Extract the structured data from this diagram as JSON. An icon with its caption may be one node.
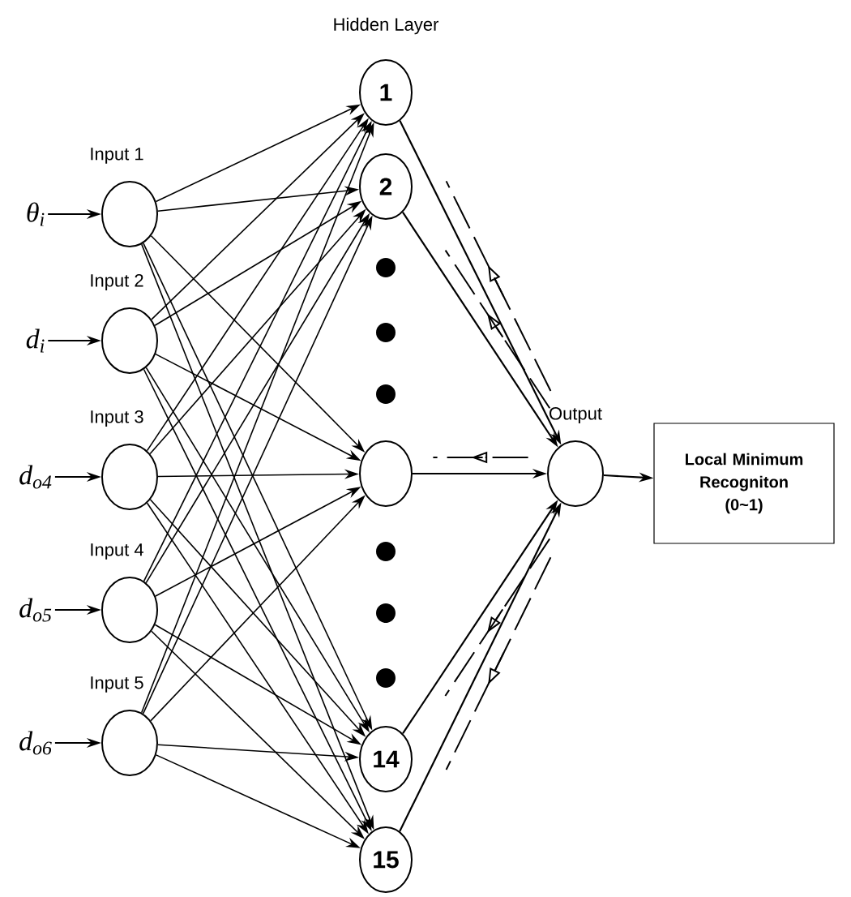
{
  "diagram": {
    "nodes": [
      {
        "text": [
          "θ$_{i}$"
        ]
      },
      {
        "text": [
          "d$_{i}$"
        ]
      },
      {
        "text": [
          "d$_{o4}$"
        ]
      },
      {
        "text": [
          "d$_{o5}$"
        ]
      },
      {
        "text": [
          "d$_{o6}$"
        ]
      },
      {
        "text": [
          "Input 1"
        ]
      },
      {
        "text": [
          "Input 2"
        ]
      },
      {
        "text": [
          "Input 3"
        ]
      },
      {
        "text": [
          "Input 4"
        ]
      },
      {
        "text": [
          "Input 5"
        ]
      },
      {
        "text": [
          "1"
        ]
      },
      {
        "text": [
          "2"
        ]
      },
      {
        "text": [],
        "shape": "circle"
      },
      {
        "text": [
          "14"
        ]
      },
      {
        "text": [
          "15"
        ]
      },
      {
        "text": [
          "Output"
        ]
      },
      {
        "text": [
          "Local Minimum Recogniton",
          "(0~1)"
        ]
      }
    ],
    "edges": [
      {
        "from": 0,
        "to": 5,
        "arrow": "to"
      },
      {
        "from": 1,
        "to": 6,
        "arrow": "to"
      },
      {
        "from": 2,
        "to": 7,
        "arrow": "to"
      },
      {
        "from": 3,
        "to": 8,
        "arrow": "to"
      },
      {
        "from": 4,
        "to": 9,
        "arrow": "to"
      },
      {
        "from": 5,
        "to": 10,
        "arrow": "to"
      },
      {
        "from": 5,
        "to": 11,
        "arrow": "to"
      },
      {
        "from": 5,
        "to": 12,
        "arrow": "to"
      },
      {
        "from": 5,
        "to": 13,
        "arrow": "to"
      },
      {
        "from": 5,
        "to": 14,
        "arrow": "to"
      },
      {
        "from": 6,
        "to": 10,
        "arrow": "to"
      },
      {
        "from": 6,
        "to": 11,
        "arrow": "to"
      },
      {
        "from": 6,
        "to": 12,
        "arrow": "to"
      },
      {
        "from": 6,
        "to": 13,
        "arrow": "to"
      },
      {
        "from": 6,
        "to": 14,
        "arrow": "to"
      },
      {
        "from": 7,
        "to": 10,
        "arrow": "to"
      },
      {
        "from": 7,
        "to": 11,
        "arrow": "to"
      },
      {
        "from": 7,
        "to": 12,
        "arrow": "to"
      },
      {
        "from": 7,
        "to": 13,
        "arrow": "to"
      },
      {
        "from": 7,
        "to": 14,
        "arrow": "to"
      },
      {
        "from": 8,
        "to": 10,
        "arrow": "to"
      },
      {
        "from": 8,
        "to": 11,
        "arrow": "to"
      },
      {
        "from": 8,
        "to": 12,
        "arrow": "to"
      },
      {
        "from": 8,
        "to": 13,
        "arrow": "to"
      },
      {
        "from": 8,
        "to": 14,
        "arrow": "to"
      },
      {
        "from": 9,
        "to": 10,
        "arrow": "to"
      },
      {
        "from": 9,
        "to": 11,
        "arrow": "to"
      },
      {
        "from": 9,
        "to": 12,
        "arrow": "to"
      },
      {
        "from": 9,
        "to": 13,
        "arrow": "to"
      },
      {
        "from": 9,
        "to": 14,
        "arrow": "to"
      },
      {
        "from": 10,
        "to": 15,
        "arrow": "to"
      },
      {
        "from": 11,
        "to": 15,
        "arrow": "to"
      },
      {
        "from": 12,
        "to": 15,
        "arrow": "to"
      },
      {
        "from": 13,
        "to": 15,
        "arrow": "to"
      },
      {
        "from": 14,
        "to": 15,
        "arrow": "to"
      },
      {
        "from": 15,
        "to": 16,
        "arrow": "to"
      }
    ],
    "labels": [
      "Hidden Layer"
    ]
  }
}
